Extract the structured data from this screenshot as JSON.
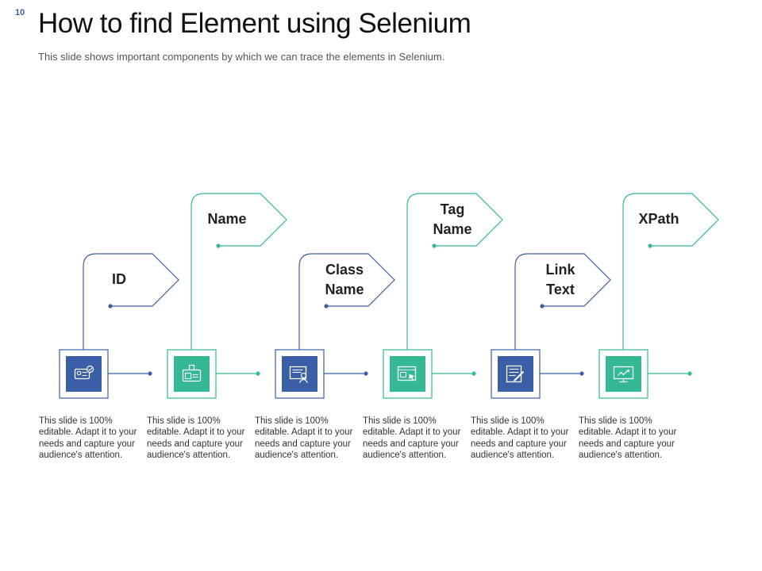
{
  "slide_number": "10",
  "title": "How to find Element using Selenium",
  "subtitle": "This slide shows important components by which we can trace the elements in Selenium.",
  "colors": {
    "blue": "#3b5fa6",
    "teal": "#34b896"
  },
  "steps": [
    {
      "label": "ID",
      "desc": "This slide is 100% editable. Adapt it to your needs and capture your audience's attention.",
      "color": "blue",
      "icon": "id-card-check-icon"
    },
    {
      "label": "Name",
      "desc": "This slide is 100% editable. Adapt it to your needs and capture your audience's attention.",
      "color": "teal",
      "icon": "name-badge-icon"
    },
    {
      "label": "Class Name",
      "desc": "This slide is 100% editable. Adapt it to your needs and capture your audience's attention.",
      "color": "blue",
      "icon": "class-folder-person-icon"
    },
    {
      "label": "Tag Name",
      "desc": "This slide is 100% editable. Adapt it to your needs and capture your audience's attention.",
      "color": "teal",
      "icon": "web-tag-click-icon"
    },
    {
      "label": "Link Text",
      "desc": "This slide is 100% editable. Adapt it to your needs and capture your audience's attention.",
      "color": "blue",
      "icon": "text-document-pen-icon"
    },
    {
      "label": "XPath",
      "desc": "This slide is 100% editable. Adapt it to your needs and capture your audience's attention.",
      "color": "teal",
      "icon": "monitor-path-icon"
    }
  ]
}
